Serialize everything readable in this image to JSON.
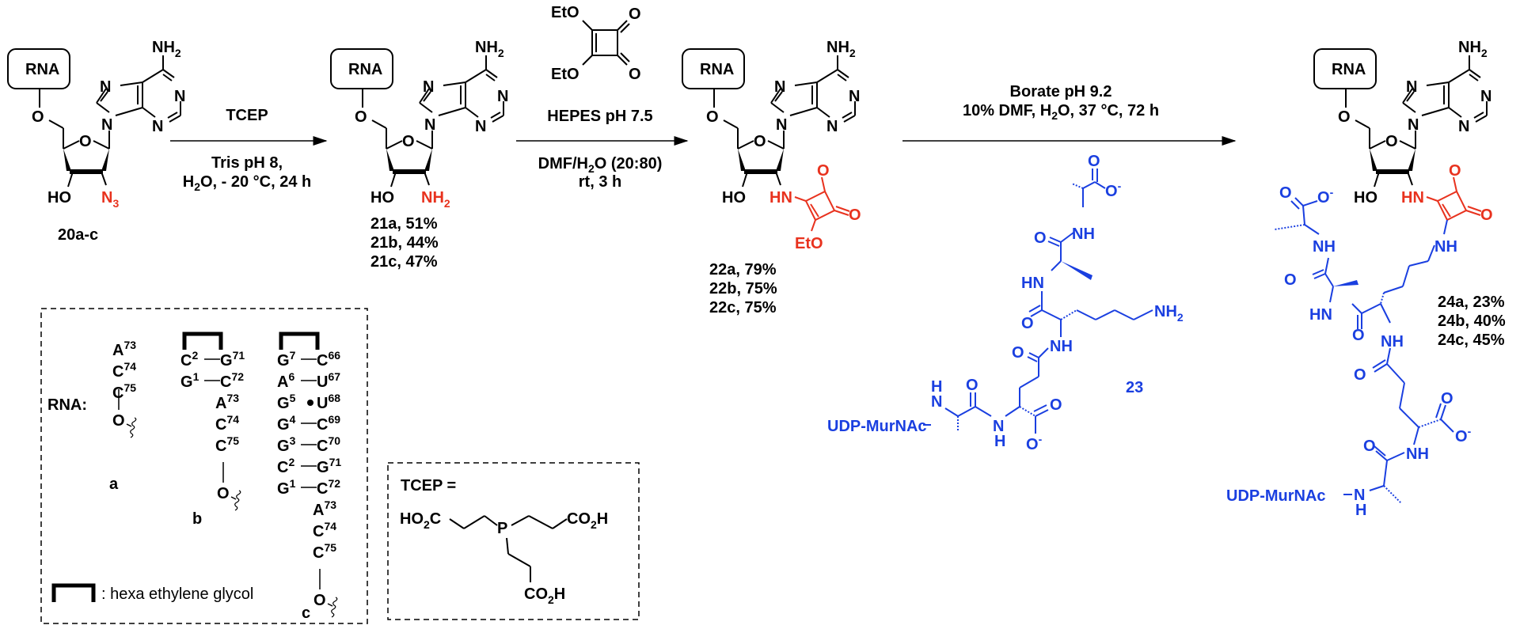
{
  "colors": {
    "black": "#000000",
    "red": "#e8321e",
    "blue": "#1a3fe0"
  },
  "rna_box_label": "RNA",
  "atoms": {
    "N": "N",
    "O": "O",
    "NH2": "NH",
    "sub2": "2",
    "HO": "HO",
    "HN": "HN",
    "NH": "NH",
    "EtO": "EtO",
    "N3": "N",
    "sub3": "3",
    "O_minus": "O",
    "minus": "-",
    "H": "H",
    "P": "P"
  },
  "compounds": {
    "c20": {
      "label": "20a-c"
    },
    "c21": {
      "yields": [
        "21a, 51%",
        "21b, 44%",
        "21c, 47%"
      ]
    },
    "c22": {
      "yields": [
        "22a, 79%",
        "22b, 75%",
        "22c, 75%"
      ]
    },
    "c23": {
      "label": "23",
      "udp": "UDP-MurNAc"
    },
    "c24": {
      "yields": [
        "24a, 23%",
        "24b, 40%",
        "24c, 45%"
      ],
      "udp": "UDP-MurNAc"
    }
  },
  "steps": [
    {
      "above": [
        "TCEP"
      ],
      "below": [
        "Tris pH 8,",
        "H2O, - 20 °C, 24 h"
      ]
    },
    {
      "reagent": "diethyl squarate",
      "above": [
        "HEPES pH 7.5"
      ],
      "below": [
        "DMF/H2O (20:80)",
        "rt, 3 h"
      ]
    },
    {
      "above": [
        "Borate pH 9.2",
        "10% DMF, H2O, 37 °C, 72 h"
      ],
      "below": []
    }
  ],
  "step_text": {
    "s1_top": "TCEP",
    "s1_b1": "Tris pH 8,",
    "s1_b2_pre": "H",
    "s1_b2_sub": "2",
    "s1_b2_post": "O, - 20 °C, 24 h",
    "s2_top": "HEPES pH 7.5",
    "s2_b1_pre": "DMF/H",
    "s2_b1_sub": "2",
    "s2_b1_post": "O (20:80)",
    "s2_b2": "rt, 3 h",
    "s3_t1": "Borate pH 9.2",
    "s3_t2_pre": "10% DMF, H",
    "s3_t2_sub": "2",
    "s3_t2_post": "O, 37 °C, 72 h"
  },
  "rna_legend": {
    "title": "RNA:",
    "a": {
      "label": "a",
      "seq": [
        {
          "b": "A",
          "n": "73"
        },
        {
          "b": "C",
          "n": "74"
        },
        {
          "b": "C",
          "n": "75"
        }
      ]
    },
    "b": {
      "label": "b",
      "pairs": [
        {
          "l": "C",
          "ln": "2",
          "r": "G",
          "rn": "71",
          "type": "—"
        },
        {
          "l": "G",
          "ln": "1",
          "r": "C",
          "rn": "72",
          "type": "—"
        }
      ],
      "tail": [
        {
          "b": "A",
          "n": "73"
        },
        {
          "b": "C",
          "n": "74"
        },
        {
          "b": "C",
          "n": "75"
        }
      ]
    },
    "c": {
      "label": "c",
      "pairs": [
        {
          "l": "G",
          "ln": "7",
          "r": "C",
          "rn": "66",
          "type": "—"
        },
        {
          "l": "A",
          "ln": "6",
          "r": "U",
          "rn": "67",
          "type": "—"
        },
        {
          "l": "G",
          "ln": "5",
          "r": "U",
          "rn": "68",
          "type": "•"
        },
        {
          "l": "G",
          "ln": "4",
          "r": "C",
          "rn": "69",
          "type": "—"
        },
        {
          "l": "G",
          "ln": "3",
          "r": "C",
          "rn": "70",
          "type": "—"
        },
        {
          "l": "C",
          "ln": "2",
          "r": "G",
          "rn": "71",
          "type": "—"
        },
        {
          "l": "G",
          "ln": "1",
          "r": "C",
          "rn": "72",
          "type": "—"
        }
      ],
      "tail": [
        {
          "b": "A",
          "n": "73"
        },
        {
          "b": "C",
          "n": "74"
        },
        {
          "b": "C",
          "n": "75"
        }
      ]
    },
    "bracket_note": ": hexa ethylene glycol"
  },
  "tcep_box": {
    "title": "TCEP =",
    "left": "HO",
    "left_sub": "2",
    "left_post": "C",
    "right": "CO",
    "right_sub": "2",
    "right_post": "H",
    "bottom": "CO",
    "bottom_sub": "2",
    "bottom_post": "H",
    "center": "P"
  }
}
